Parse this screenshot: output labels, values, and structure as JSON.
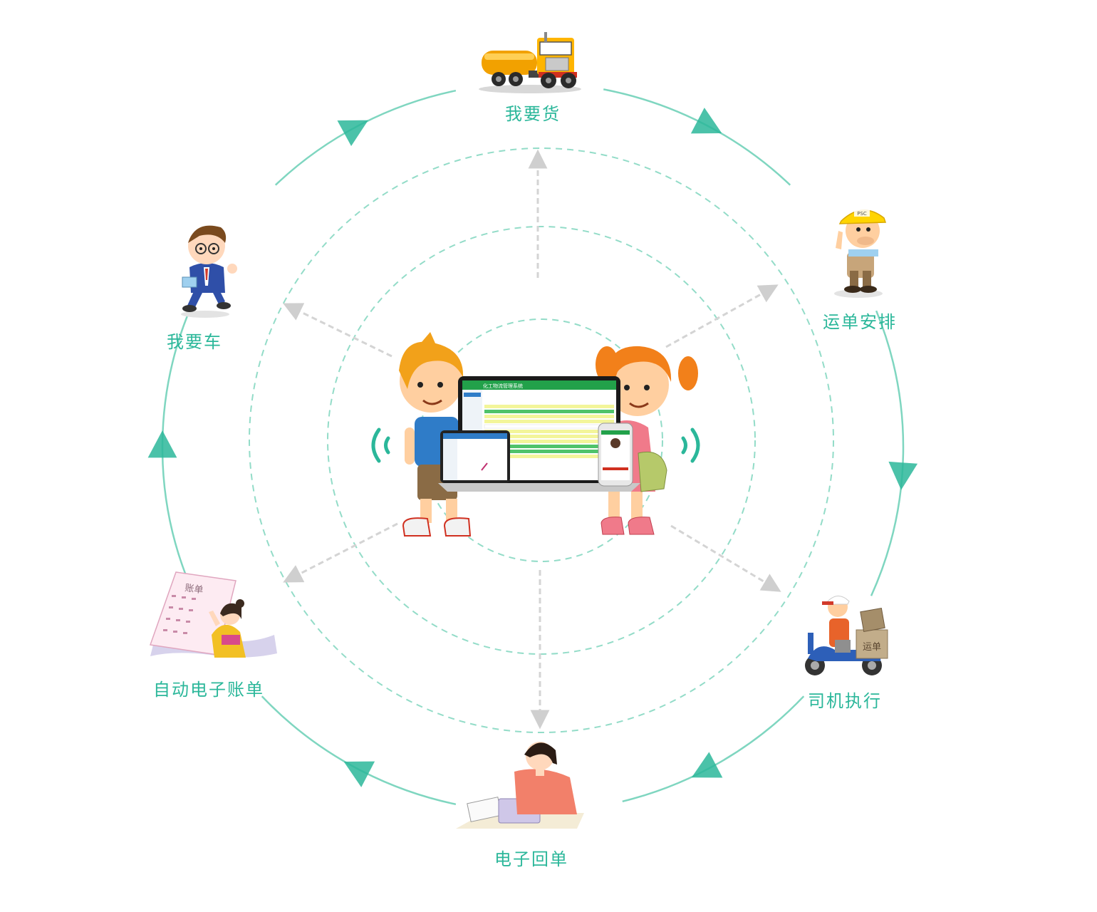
{
  "colors": {
    "accent": "#2bb79a",
    "ring": "#7fd6c0",
    "dashed_ring": "#93dcc8",
    "spoke": "#d4d4d4"
  },
  "cycle": {
    "nodes": [
      {
        "id": "want-goods",
        "label": "我要货",
        "icon": "tanker-truck-icon"
      },
      {
        "id": "waybill-arrangement",
        "label": "运单安排",
        "icon": "worker-hardhat-icon"
      },
      {
        "id": "driver-execution",
        "label": "司机执行",
        "icon": "delivery-scooter-icon"
      },
      {
        "id": "electronic-receipt",
        "label": "电子回单",
        "icon": "office-woman-laptop-icon"
      },
      {
        "id": "auto-electronic-bill",
        "label": "自动电子账单",
        "icon": "bill-document-icon"
      },
      {
        "id": "want-vehicle",
        "label": "我要车",
        "icon": "businessman-running-icon"
      }
    ],
    "bill_paper_text": "账单",
    "scooter_box_text": "运单",
    "hat_text": "PSC"
  },
  "center": {
    "laptop_title": "化工物流管理系统",
    "device": "laptop-with-tablet-and-phone"
  }
}
